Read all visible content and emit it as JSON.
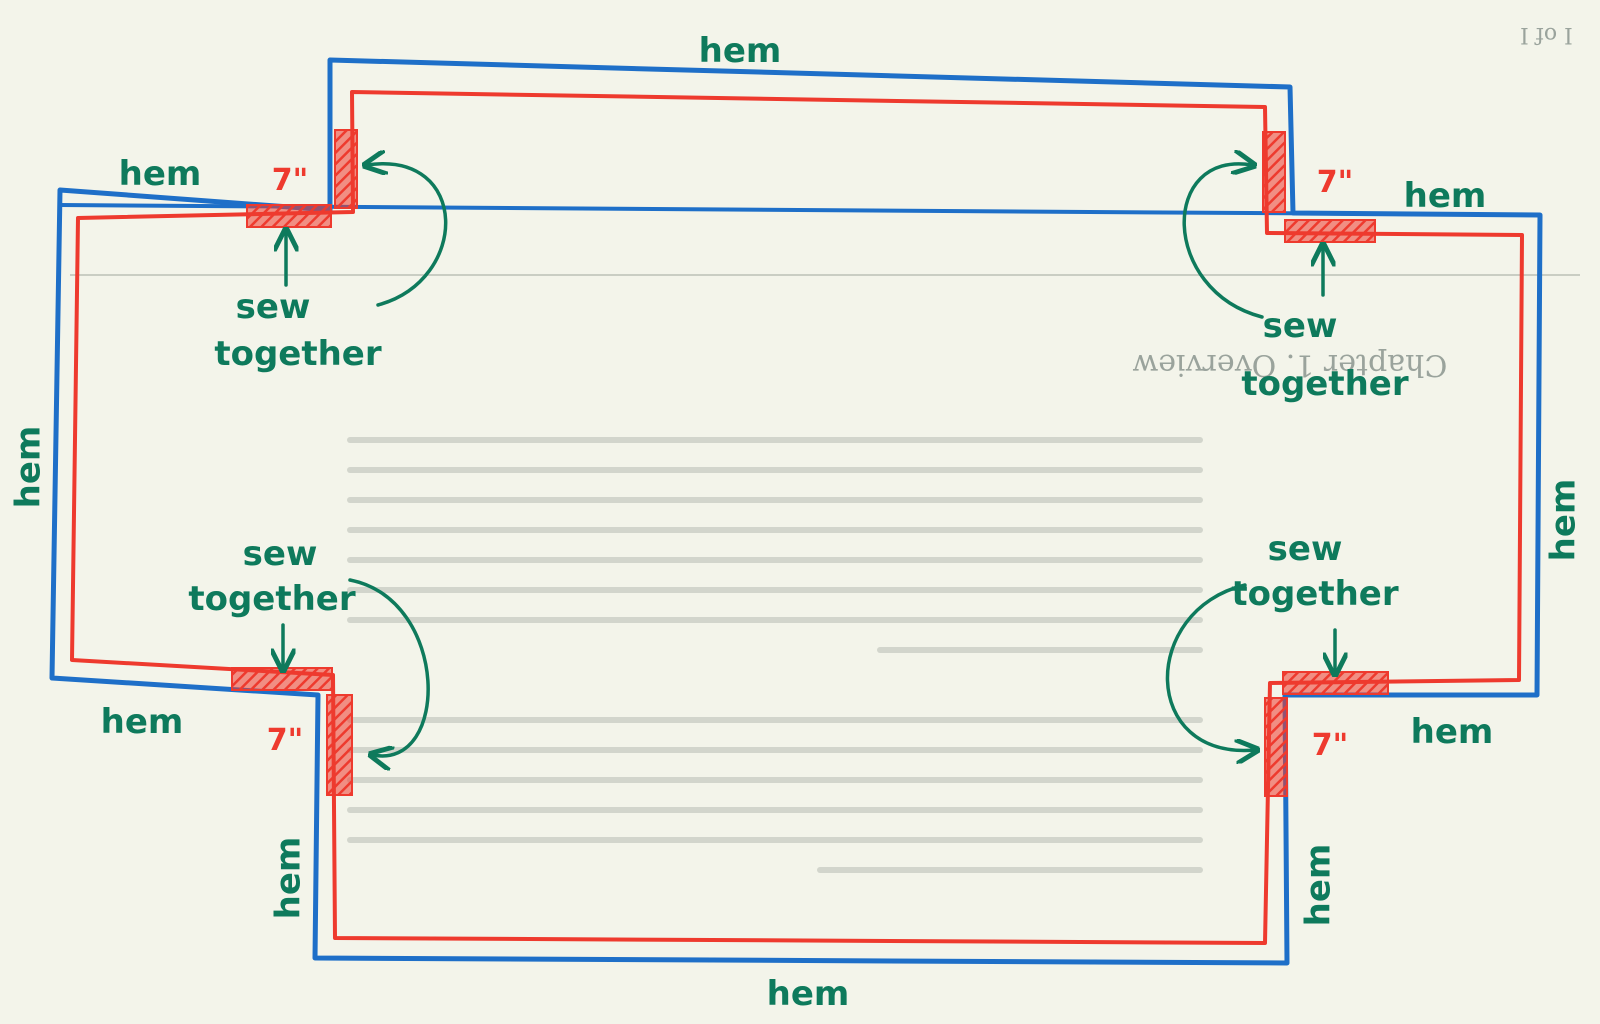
{
  "page": {
    "corner_label": "I of I",
    "bleed_heading": "Chapter 1. Overview"
  },
  "labels": {
    "hem": "hem",
    "seam": "7\"",
    "sew": "sew",
    "together": "together"
  },
  "colors": {
    "paper": "#f3f4ea",
    "hem_line": "#1e6fc8",
    "seam_line": "#ee3a2e",
    "ink": "#0e7a5c",
    "bleed_text": "#9aa39c"
  }
}
